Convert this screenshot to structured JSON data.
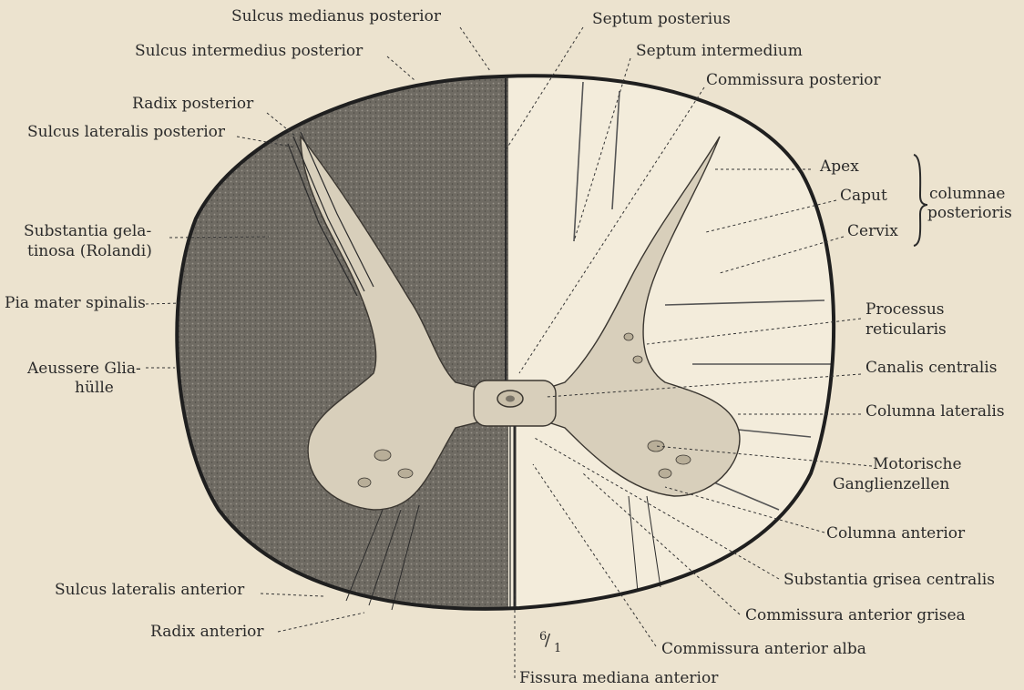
{
  "labels": {
    "sulcus_medianus_posterior": "Sulcus medianus posterior",
    "septum_posterius": "Septum posterius",
    "sulcus_intermedius_posterior": "Sulcus intermedius posterior",
    "septum_intermedium": "Septum intermedium",
    "commissura_posterior": "Commissura posterior",
    "radix_posterior": "Radix posterior",
    "sulcus_lateralis_posterior": "Sulcus lateralis posterior",
    "apex": "Apex",
    "caput": "Caput",
    "cervix": "Cervix",
    "columnae_posterioris_1": "columnae",
    "columnae_posterioris_2": "posterioris",
    "substantia_gelatinosa_1": "Substantia gela-",
    "substantia_gelatinosa_2": "tinosa (Rolandi)",
    "pia_mater_spinalis": "Pia mater spinalis",
    "processus_reticularis_1": "Processus",
    "processus_reticularis_2": "reticularis",
    "aeussere_gliahuelle_1": "Aeussere Glia-",
    "aeussere_gliahuelle_2": "hülle",
    "canalis_centralis": "Canalis centralis",
    "columna_lateralis": "Columna lateralis",
    "motorische_1": "Motorische",
    "motorische_2": "Ganglienzellen",
    "columna_anterior": "Columna anterior",
    "substantia_grisea_centralis": "Substantia grisea centralis",
    "sulcus_lateralis_anterior": "Sulcus lateralis anterior",
    "commissura_anterior_grisea": "Commissura anterior grisea",
    "radix_anterior": "Radix anterior",
    "commissura_anterior_alba": "Commissura anterior alba",
    "fissura_mediana_anterior": "Fissura mediana anterior",
    "magnification_num": "6",
    "magnification_den": "1"
  },
  "colors": {
    "background": "#ece3cf",
    "white_matter_dark": "#6e6a62",
    "grey_matter": "#d6cdb9",
    "outline": "#2b2b2b",
    "text": "#2a2a2a"
  }
}
